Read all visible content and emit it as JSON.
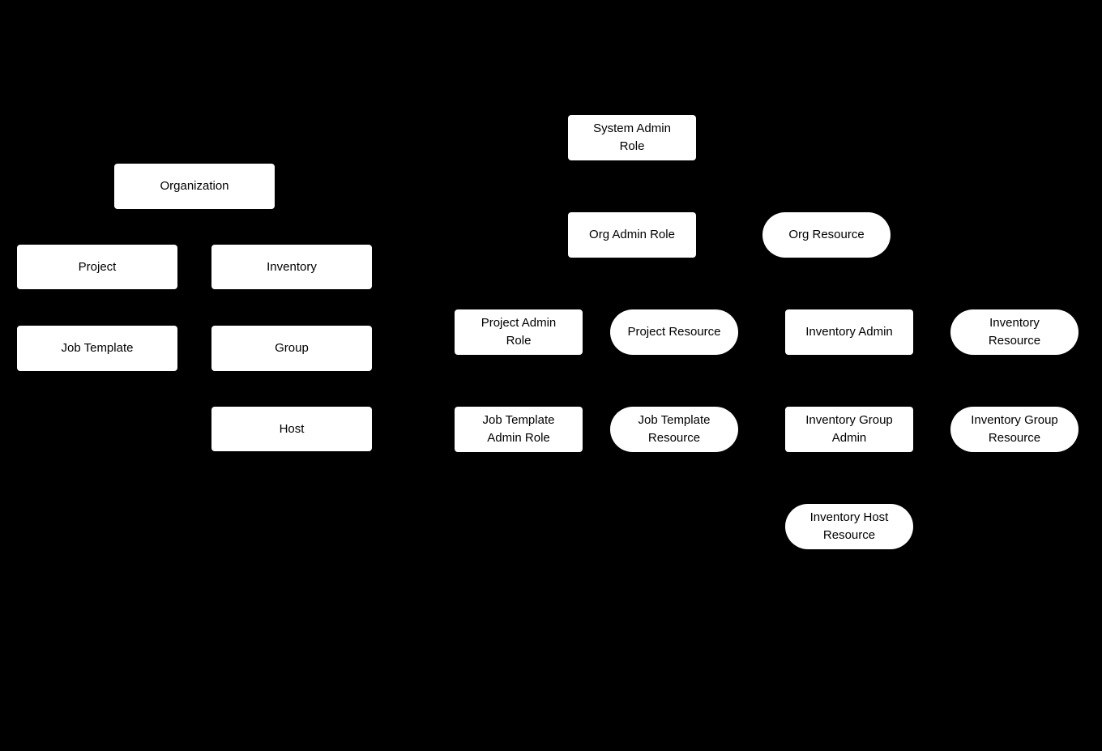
{
  "diagram": {
    "colors": {
      "background": "#000000",
      "node_fill": "#ffffff",
      "node_text": "#000000"
    },
    "nodes": {
      "organization": {
        "label": "Organization",
        "shape": "rect"
      },
      "project": {
        "label": "Project",
        "shape": "rect"
      },
      "inventory": {
        "label": "Inventory",
        "shape": "rect"
      },
      "job_template": {
        "label": "Job Template",
        "shape": "rect"
      },
      "group": {
        "label": "Group",
        "shape": "rect"
      },
      "host": {
        "label": "Host",
        "shape": "rect"
      },
      "system_admin_role": {
        "label": "System Admin\nRole",
        "shape": "rect"
      },
      "org_admin_role": {
        "label": "Org Admin Role",
        "shape": "rect"
      },
      "org_resource": {
        "label": "Org Resource",
        "shape": "stadium"
      },
      "project_admin_role": {
        "label": "Project Admin\nRole",
        "shape": "rect"
      },
      "project_resource": {
        "label": "Project Resource",
        "shape": "stadium"
      },
      "inventory_admin": {
        "label": "Inventory Admin",
        "shape": "rect"
      },
      "inventory_resource": {
        "label": "Inventory\nResource",
        "shape": "stadium"
      },
      "job_template_admin_role": {
        "label": "Job Template\nAdmin Role",
        "shape": "rect"
      },
      "job_template_resource": {
        "label": "Job Template\nResource",
        "shape": "stadium"
      },
      "inventory_group_admin": {
        "label": "Inventory Group\nAdmin",
        "shape": "rect"
      },
      "inventory_group_resource": {
        "label": "Inventory Group\nResource",
        "shape": "stadium"
      },
      "inventory_host_resource": {
        "label": "Inventory Host\nResource",
        "shape": "stadium"
      }
    }
  }
}
